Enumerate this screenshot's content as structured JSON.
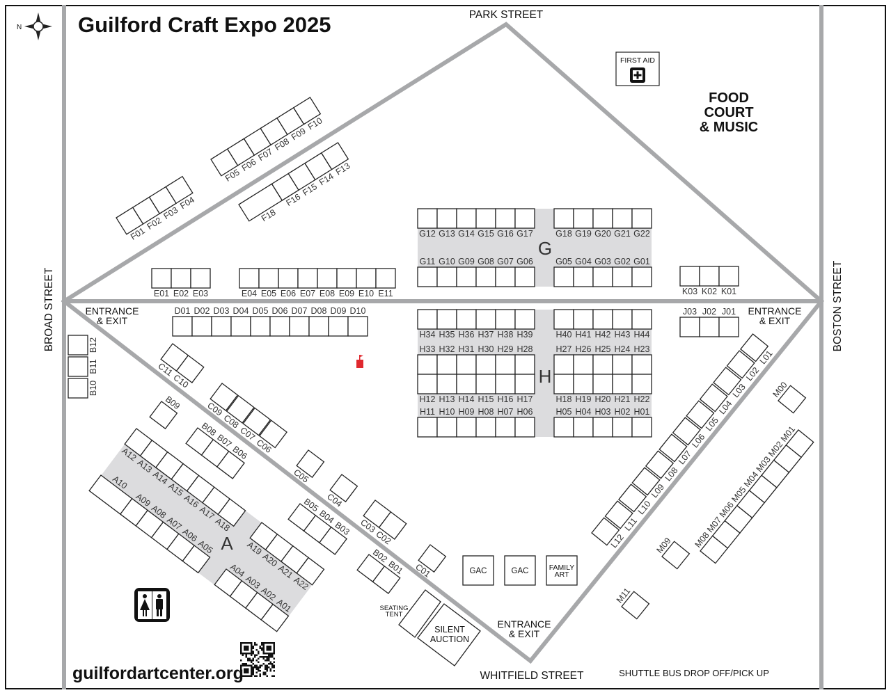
{
  "title": "Guilford Craft Expo 2025",
  "compass_letter": "N",
  "website": "guilfordartcenter.org",
  "streets": {
    "park": "PARK STREET",
    "broad": "BROAD STREET",
    "boston": "BOSTON STREET",
    "whitfield": "WHITFIELD STREET"
  },
  "labels": {
    "entrance_line1": "ENTRANCE",
    "entrance_line2": "& EXIT",
    "food_court_line1": "FOOD",
    "food_court_line2": "COURT",
    "food_court_line3": "& MUSIC",
    "first_aid": "FIRST AID",
    "shuttle": "SHUTTLE BUS DROP OFF/PICK UP",
    "gac": "GAC",
    "family_art_line1": "FAMILY",
    "family_art_line2": "ART",
    "seating_line1": "SEATING",
    "seating_line2": "TENT",
    "silent_line1": "SILENT",
    "silent_line2": "AUCTION",
    "zone_g": "G",
    "zone_h": "H",
    "zone_a": "A"
  },
  "booths": {
    "g_top_left": [
      "G12",
      "G13",
      "G14",
      "G15",
      "G16",
      "G17"
    ],
    "g_top_right": [
      "G18",
      "G19",
      "G20",
      "G21",
      "G22"
    ],
    "g_bottom_left": [
      "G11",
      "G10",
      "G09",
      "G08",
      "G07",
      "G06"
    ],
    "g_bottom_right": [
      "G05",
      "G04",
      "G03",
      "G02",
      "G01"
    ],
    "h_row1_left": [
      "H34",
      "H35",
      "H36",
      "H37",
      "H38",
      "H39"
    ],
    "h_row1_right": [
      "H40",
      "H41",
      "H42",
      "H43",
      "H44"
    ],
    "h_row2_left": [
      "H33",
      "H32",
      "H31",
      "H30",
      "H29",
      "H28"
    ],
    "h_row2_right": [
      "H27",
      "H26",
      "H25",
      "H24",
      "H23"
    ],
    "h_row3_left": [
      "H12",
      "H13",
      "H14",
      "H15",
      "H16",
      "H17"
    ],
    "h_row3_right": [
      "H18",
      "H19",
      "H20",
      "H21",
      "H22"
    ],
    "h_row4_left": [
      "H11",
      "H10",
      "H09",
      "H08",
      "H07",
      "H06"
    ],
    "h_row4_right": [
      "H05",
      "H04",
      "H03",
      "H02",
      "H01"
    ],
    "e_left": [
      "E01",
      "E02",
      "E03"
    ],
    "e_right": [
      "E04",
      "E05",
      "E06",
      "E07",
      "E08",
      "E09",
      "E10",
      "E11"
    ],
    "d_row": [
      "D01",
      "D02",
      "D03",
      "D04",
      "D05",
      "D06",
      "D07",
      "D08",
      "D09",
      "D10"
    ],
    "k_row": [
      "K03",
      "K02",
      "K01"
    ],
    "j_row": [
      "J03",
      "J02",
      "J01"
    ],
    "f_left": [
      "F01",
      "F02",
      "F03",
      "F04"
    ],
    "f_mid": [
      "F05",
      "F06",
      "F07",
      "F08",
      "F09",
      "F10"
    ],
    "f_right": [
      "F18",
      "F16",
      "F15",
      "F14",
      "F13"
    ],
    "a_top_left": [
      "A12",
      "A13",
      "A14",
      "A15",
      "A16",
      "A17",
      "A18"
    ],
    "a_bottom_left": [
      "A10",
      "A09",
      "A08",
      "A07",
      "A06",
      "A05"
    ],
    "a_top_right": [
      "A19",
      "A20",
      "A21",
      "A22"
    ],
    "a_bottom_right": [
      "A04",
      "A03",
      "A02",
      "A01"
    ],
    "c_11_10": [
      "C11",
      "C10"
    ],
    "c_09_06": [
      "C09",
      "C08",
      "C07",
      "C06"
    ],
    "b_09": [
      "B09"
    ],
    "b_08_06": [
      "B08",
      "B07",
      "B06"
    ],
    "c_05": [
      "C05"
    ],
    "c_04": [
      "C04"
    ],
    "c_03_02": [
      "C03",
      "C02"
    ],
    "c_01": [
      "C01"
    ],
    "b_05_03": [
      "B05",
      "B04",
      "B03"
    ],
    "b_02_01": [
      "B02",
      "B01"
    ],
    "b_10_12": [
      "B10",
      "B11",
      "B12"
    ],
    "l_row": [
      "L12",
      "L11",
      "L10",
      "L09",
      "L08",
      "L07",
      "L06",
      "L05",
      "L04",
      "L03",
      "L02",
      "L01"
    ],
    "m_row": [
      "M08",
      "M07",
      "M06",
      "M05",
      "M04",
      "M03",
      "M02",
      "M01"
    ],
    "m_00": [
      "M00"
    ],
    "m_09": [
      "M09"
    ],
    "m_11": [
      "M11"
    ]
  },
  "colors": {
    "road": "#a7a8aa",
    "aisle": "#dcdcde",
    "marker": "#e0282e"
  }
}
